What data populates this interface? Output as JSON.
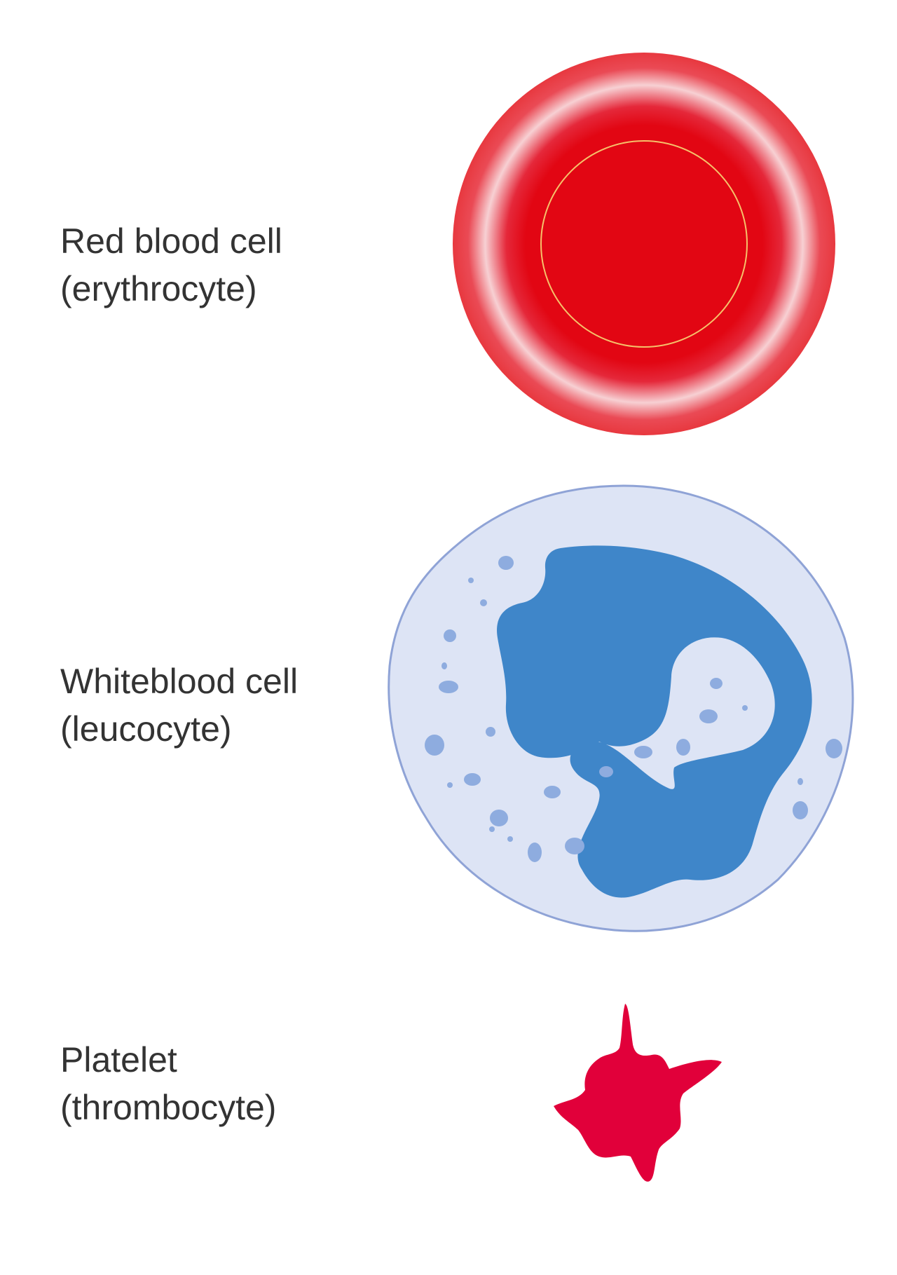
{
  "cells": [
    {
      "name_line": "Red blood cell",
      "sci_line": "(erythrocyte)",
      "colors": {
        "core": "#e20613",
        "rim_light": "#f7d0d3",
        "edge": "#e8383f"
      }
    },
    {
      "name_line": "Whiteblood cell",
      "sci_line": "(leucocyte)",
      "colors": {
        "cytoplasm": "#dde4f5",
        "nucleus": "#3f86c9",
        "granule": "#8eacdf",
        "membrane": "#8fa3d6"
      }
    },
    {
      "name_line": "Platelet",
      "sci_line": "(thrombocyte)",
      "colors": {
        "body": "#e1003a"
      }
    }
  ]
}
